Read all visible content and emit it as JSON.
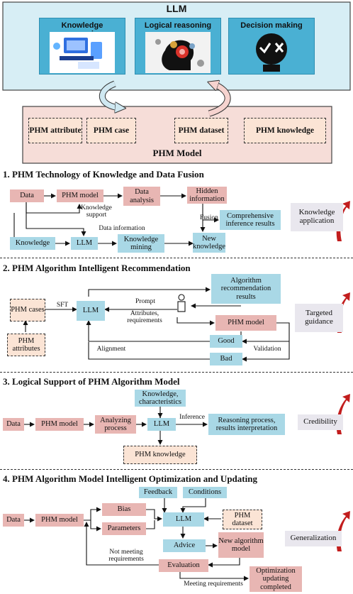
{
  "top": {
    "llm_title": "LLM",
    "cards": [
      "Knowledge processing",
      "Logical reasoning",
      "Decision making"
    ],
    "pills": [
      "PHM attribute",
      "PHM case",
      "PHM dataset",
      "PHM knowledge"
    ],
    "phm_model_title": "PHM Model"
  },
  "s1": {
    "heading": "1. PHM Technology of Knowledge and Data Fusion",
    "data": "Data",
    "phm_model": "PHM model",
    "data_analysis": "Data analysis",
    "hidden_info": "Hidden information",
    "knowledge_support": "Knowledge support",
    "data_information": "Data information",
    "fusion": "Fusion",
    "comprehensive": "Comprehensive inference results",
    "knowledge": "Knowledge",
    "llm": "LLM",
    "knowledge_mining": "Knowledge mining",
    "new_knowledge": "New knowledge",
    "side": "Knowledge application"
  },
  "s2": {
    "heading": "2. PHM Algorithm Intelligent Recommendation",
    "phm_cases": "PHM cases",
    "phm_attributes": "PHM attributes",
    "sft": "SFT",
    "llm": "LLM",
    "prompt": "Prompt",
    "attrs_req": "Attributes, requirements",
    "algo_results": "Algorithm recommendation results",
    "phm_model": "PHM model",
    "good": "Good",
    "bad": "Bad",
    "validation": "Validation",
    "alignment": "Alignment",
    "side": "Targeted guidance"
  },
  "s3": {
    "heading": "3. Logical Support of PHM Algorithm Model",
    "knowledge_char": "Knowledge, characteristics",
    "data": "Data",
    "phm_model": "PHM model",
    "analyzing": "Analyzing process",
    "llm": "LLM",
    "inference": "Inference",
    "reasoning": "Reasoning process, results interpretation",
    "phm_knowledge": "PHM knowledge",
    "side": "Credibility"
  },
  "s4": {
    "heading": "4. PHM Algorithm Model Intelligent Optimization and Updating",
    "feedback": "Feedback",
    "conditions": "Conditions",
    "data": "Data",
    "phm_model": "PHM model",
    "bias": "Bias",
    "parameters": "Parameters",
    "llm": "LLM",
    "phm_dataset": "PHM dataset",
    "advice": "Advice",
    "new_algo": "New algorithm model",
    "not_meeting": "Not meeting requirements",
    "evaluation": "Evaluation",
    "meeting": "Meeting requirements",
    "opt_completed": "Optimization updating completed",
    "side": "Generalization"
  },
  "colors": {
    "pink": "#e8b6b3",
    "blue": "#a9d8e6",
    "cream": "#fbe4d5",
    "llm_panel": "#d7eef5",
    "phm_panel": "#f6ddd8",
    "card": "#4ab0d3",
    "red_arrow": "#c21d1d"
  }
}
